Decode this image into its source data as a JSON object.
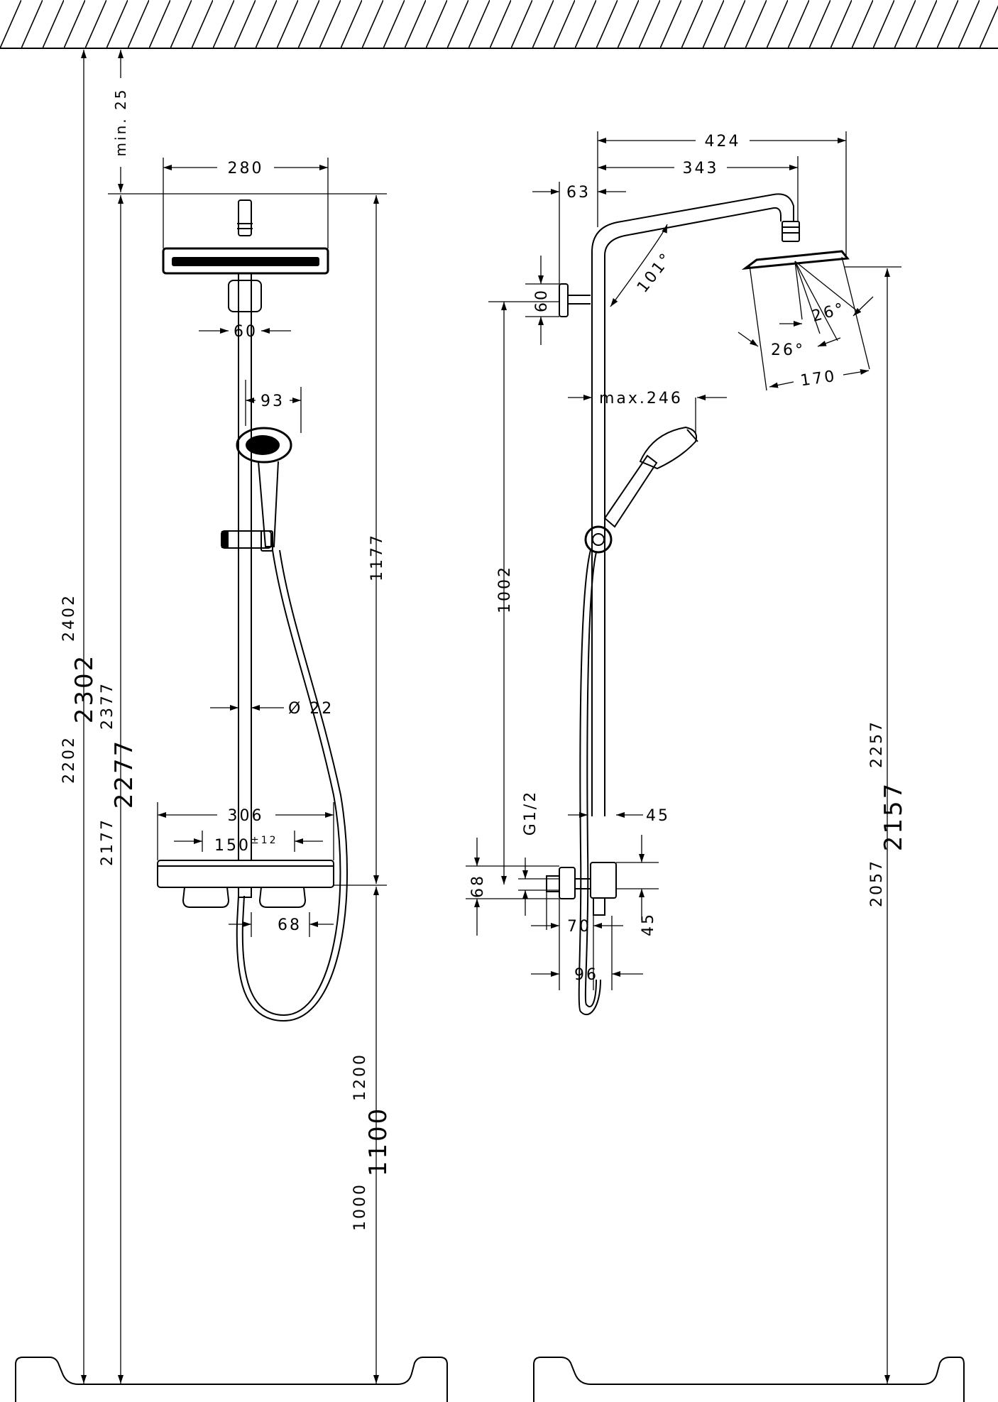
{
  "front_view": {
    "total_heights": {
      "h2202": "2202",
      "h2302": "2302",
      "h2402": "2402"
    },
    "overall_heights": {
      "h2177": "2177",
      "h2277": "2277",
      "h2377": "2377"
    },
    "ceiling_clearance": "min. 25",
    "overhead_width": "280",
    "arm_mount_width": "60",
    "handshower_width": "93",
    "rail_height": "1177",
    "pipe_diameter": "Ø 22",
    "thermostat_width": "306",
    "connection_spacing": "150",
    "connection_tolerance": "±12",
    "outlet_offset": "68",
    "mount_heights": {
      "h1000": "1000",
      "h1100": "1100",
      "h1200": "1200"
    }
  },
  "side_view": {
    "arm_reach": "424",
    "arm_length": "343",
    "wall_offset": "63",
    "bracket_height": "60",
    "arm_angle": "101°",
    "spray_angle_upper": "26°",
    "spray_angle_lower": "26°",
    "overhead_depth": "170",
    "handshower_reach": "max.246",
    "rail_height": "1002",
    "thread_size": "G1/2",
    "upper_offset": "45",
    "lower_offset": "45",
    "valve_height": "68",
    "valve_depth": "70",
    "total_depth": "96",
    "head_heights": {
      "h2057": "2057",
      "h2157": "2157",
      "h2257": "2257"
    }
  }
}
